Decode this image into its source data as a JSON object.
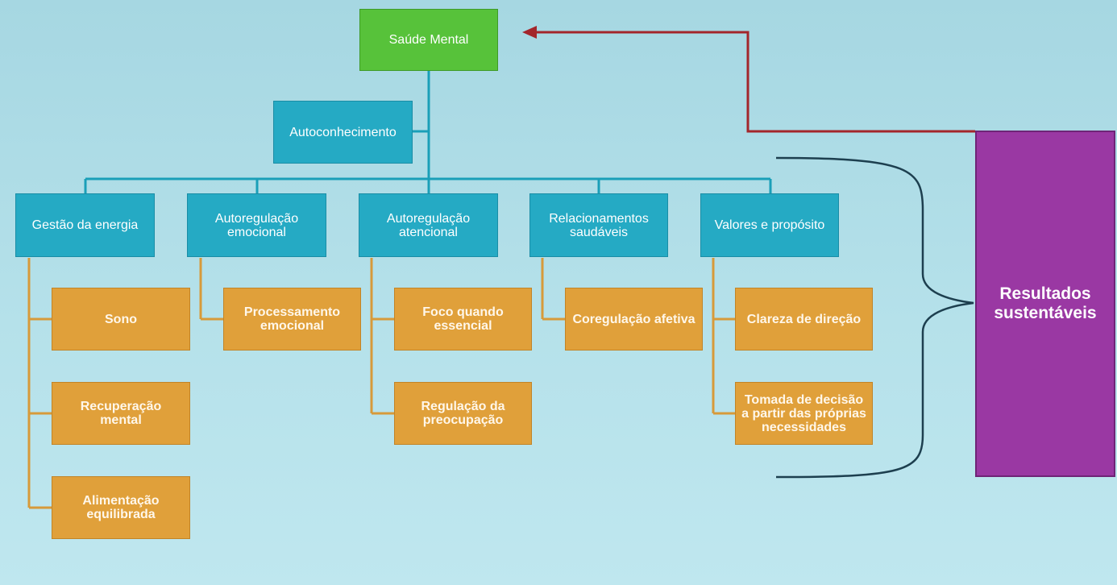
{
  "root": {
    "label": "Saúde Mental"
  },
  "self_knowledge": {
    "label": "Autoconhecimento"
  },
  "pillars": [
    {
      "label": "Gestão da energia",
      "children": [
        "Sono",
        "Recuperação\nmental",
        "Alimentação\nequilibrada"
      ]
    },
    {
      "label": "Autoregulação\nemocional",
      "children": [
        "Processamento\nemocional"
      ]
    },
    {
      "label": "Autoregulação\natencional",
      "children": [
        "Foco quando\nessencial",
        "Regulação da\npreocupação"
      ]
    },
    {
      "label": "Relacionamentos\nsaudáveis",
      "children": [
        "Coregulação afetiva"
      ]
    },
    {
      "label": "Valores e propósito",
      "children": [
        "Clareza de direção",
        "Tomada de decisão\na partir das próprias\nnecessidades"
      ]
    }
  ],
  "outcome": {
    "label": "Resultados\nsustentáveis"
  },
  "colors": {
    "root": "#57c23a",
    "pillar": "#25aac4",
    "child": "#e0a03a",
    "outcome": "#9a38a3",
    "connector": "#1a9fb8",
    "feedback_arrow": "#a3262b",
    "brace": "#1d3f4f"
  }
}
